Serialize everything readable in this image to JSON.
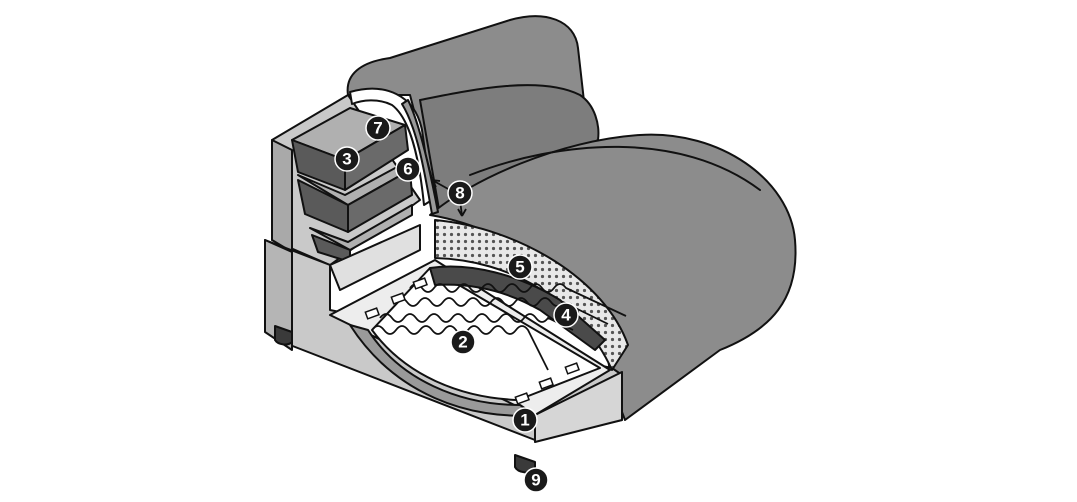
{
  "colors": {
    "upholstery": "#8c8c8c",
    "upholstery_dark": "#6f6f6f",
    "frame": "#c9c9c9",
    "frame_shadow": "#a9a9a9",
    "foam_block": "#5a5a5a",
    "foam_block_top": "#b0b0b0",
    "batting": "#e8e8e8",
    "belt": "#4a4a4a",
    "outline": "#111111",
    "callout": "#1a1a1a"
  },
  "callouts": [
    {
      "id": "c1",
      "label": "1"
    },
    {
      "id": "c2",
      "label": "2"
    },
    {
      "id": "c3",
      "label": "3"
    },
    {
      "id": "c4",
      "label": "4"
    },
    {
      "id": "c5",
      "label": "5"
    },
    {
      "id": "c6",
      "label": "6"
    },
    {
      "id": "c7",
      "label": "7"
    },
    {
      "id": "c8",
      "label": "8"
    },
    {
      "id": "c9",
      "label": "9"
    }
  ]
}
